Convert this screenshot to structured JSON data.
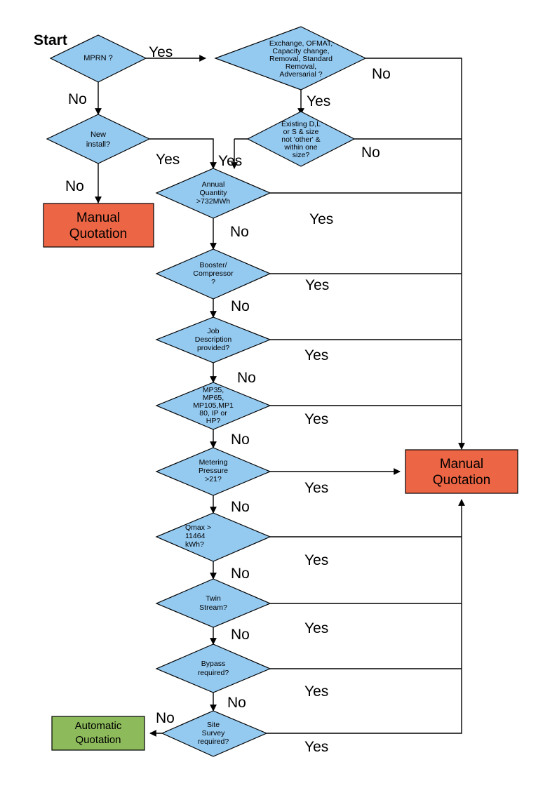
{
  "diagram": {
    "title_label": "Start",
    "colors": {
      "decision_fill": "#94C9F0",
      "manual_fill": "#EC6544",
      "automatic_fill": "#8DBA5B",
      "stroke": "#000000",
      "background": "#FFFFFF"
    },
    "nodes": [
      {
        "id": "mprn",
        "type": "decision",
        "lines": [
          "MPRN ?"
        ]
      },
      {
        "id": "exchange",
        "type": "decision",
        "lines": [
          "Exchange, OFMAT,",
          "Capacity change,",
          "Removal, Standard",
          "Removal,",
          "Adversarial ?"
        ]
      },
      {
        "id": "newinstall",
        "type": "decision",
        "lines": [
          "New",
          "install?"
        ]
      },
      {
        "id": "existing",
        "type": "decision",
        "lines": [
          "Existing D,L",
          "or S & size",
          "not 'other' &",
          "within one",
          "size?"
        ]
      },
      {
        "id": "annual",
        "type": "decision",
        "lines": [
          "Annual",
          "Quantity",
          ">732MWh"
        ]
      },
      {
        "id": "booster",
        "type": "decision",
        "lines": [
          "Booster/",
          "Compressor",
          "?"
        ]
      },
      {
        "id": "jobdesc",
        "type": "decision",
        "lines": [
          "Job",
          "Description",
          "provided?"
        ]
      },
      {
        "id": "mpclass",
        "type": "decision",
        "lines": [
          "MP35,",
          "MP65,",
          "MP105,MP1",
          "80, IP or",
          "HP?"
        ]
      },
      {
        "id": "metering",
        "type": "decision",
        "lines": [
          "Metering",
          "Pressure",
          ">21?"
        ]
      },
      {
        "id": "qmax",
        "type": "decision",
        "lines": [
          "Qmax >",
          "11464",
          "kWh?"
        ]
      },
      {
        "id": "twin",
        "type": "decision",
        "lines": [
          "Twin",
          "Stream?"
        ]
      },
      {
        "id": "bypass",
        "type": "decision",
        "lines": [
          "Bypass",
          "required?"
        ]
      },
      {
        "id": "sitesurvey",
        "type": "decision",
        "lines": [
          "Site",
          "Survey",
          "required?"
        ]
      },
      {
        "id": "manual_left",
        "type": "terminator-manual",
        "lines": [
          "Manual",
          "Quotation"
        ]
      },
      {
        "id": "manual_right",
        "type": "terminator-manual",
        "lines": [
          "Manual",
          "Quotation"
        ]
      },
      {
        "id": "automatic",
        "type": "terminator-automatic",
        "lines": [
          "Automatic",
          "Quotation"
        ]
      }
    ],
    "edge_labels": [
      {
        "id": "mprn-yes",
        "text": "Yes"
      },
      {
        "id": "mprn-no",
        "text": "No"
      },
      {
        "id": "exchange-no",
        "text": "No"
      },
      {
        "id": "exchange-yes",
        "text": "Yes"
      },
      {
        "id": "newinstall-yes",
        "text": "Yes"
      },
      {
        "id": "newinstall-no",
        "text": "No"
      },
      {
        "id": "existing-yes",
        "text": "Yes"
      },
      {
        "id": "existing-no",
        "text": "No"
      },
      {
        "id": "annual-yes",
        "text": "Yes"
      },
      {
        "id": "annual-no",
        "text": "No"
      },
      {
        "id": "booster-yes",
        "text": "Yes"
      },
      {
        "id": "booster-no",
        "text": "No"
      },
      {
        "id": "jobdesc-yes",
        "text": "Yes"
      },
      {
        "id": "jobdesc-no",
        "text": "No"
      },
      {
        "id": "mpclass-yes",
        "text": "Yes"
      },
      {
        "id": "mpclass-no",
        "text": "No"
      },
      {
        "id": "metering-yes",
        "text": "Yes"
      },
      {
        "id": "metering-no",
        "text": "No"
      },
      {
        "id": "qmax-yes",
        "text": "Yes"
      },
      {
        "id": "qmax-no",
        "text": "No"
      },
      {
        "id": "twin-yes",
        "text": "Yes"
      },
      {
        "id": "twin-no",
        "text": "No"
      },
      {
        "id": "bypass-yes",
        "text": "Yes"
      },
      {
        "id": "bypass-no",
        "text": "No"
      },
      {
        "id": "sitesurvey-yes",
        "text": "Yes"
      },
      {
        "id": "sitesurvey-no",
        "text": "No"
      }
    ]
  }
}
